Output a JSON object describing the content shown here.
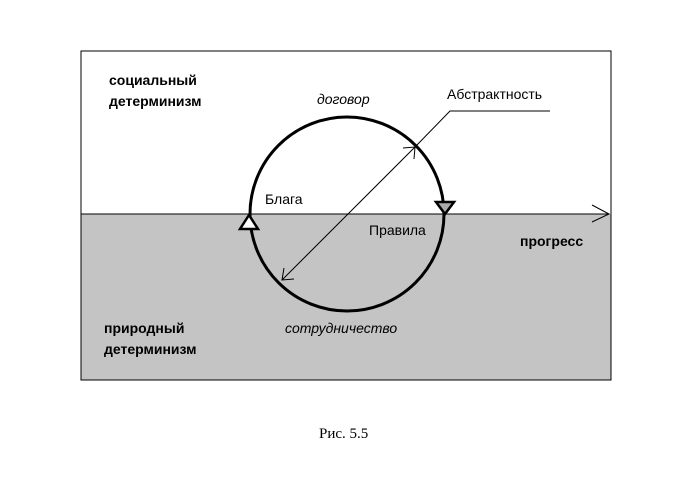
{
  "labels": {
    "social": [
      "социальный",
      "детерминизм"
    ],
    "natural": [
      "природный",
      "детерминизм"
    ],
    "contract": "договор",
    "cooperation": "сотрудничество",
    "abstractness": "Абстрактность",
    "goods": "Блага",
    "rules": "Правила",
    "progress": "прогресс"
  },
  "caption": "Рис. 5.5",
  "colors": {
    "lower_region": "#c4c4c4",
    "line": "#000000"
  }
}
